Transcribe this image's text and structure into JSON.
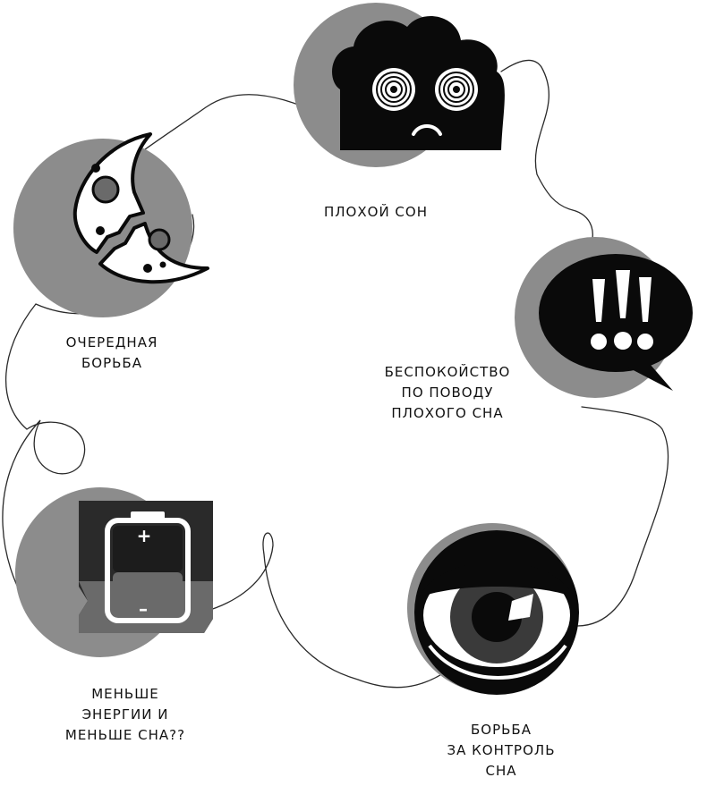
{
  "colors": {
    "circle": "#8c8c8c",
    "ink": "#0a0a0a",
    "paper": "#ffffff",
    "battery_lower": "#6a6a6a",
    "battery_upper": "#1c1c1c"
  },
  "stages": [
    {
      "id": "bad-sleep",
      "label": "ПЛОХОЙ СОН",
      "icon": "worried-cloud-icon"
    },
    {
      "id": "worry",
      "label": "БЕСПОКОЙСТВО\nПО ПОВОДУ\nПЛОХОГО СНА",
      "icon": "exclamation-speech-bubble-icon"
    },
    {
      "id": "control-struggle",
      "label": "БОРЬБА\nЗА КОНТРОЛЬ\nСНА",
      "icon": "wide-open-eye-icon"
    },
    {
      "id": "less-energy",
      "label": "МЕНЬШЕ\nЭНЕРГИИ И\nМЕНЬШЕ СНА??",
      "icon": "battery-icon"
    },
    {
      "id": "another-struggle",
      "label": "ОЧЕРЕДНАЯ\nБОРЬБА",
      "icon": "cracked-moon-icon"
    }
  ],
  "battery": {
    "plus": "+",
    "minus": "–"
  }
}
